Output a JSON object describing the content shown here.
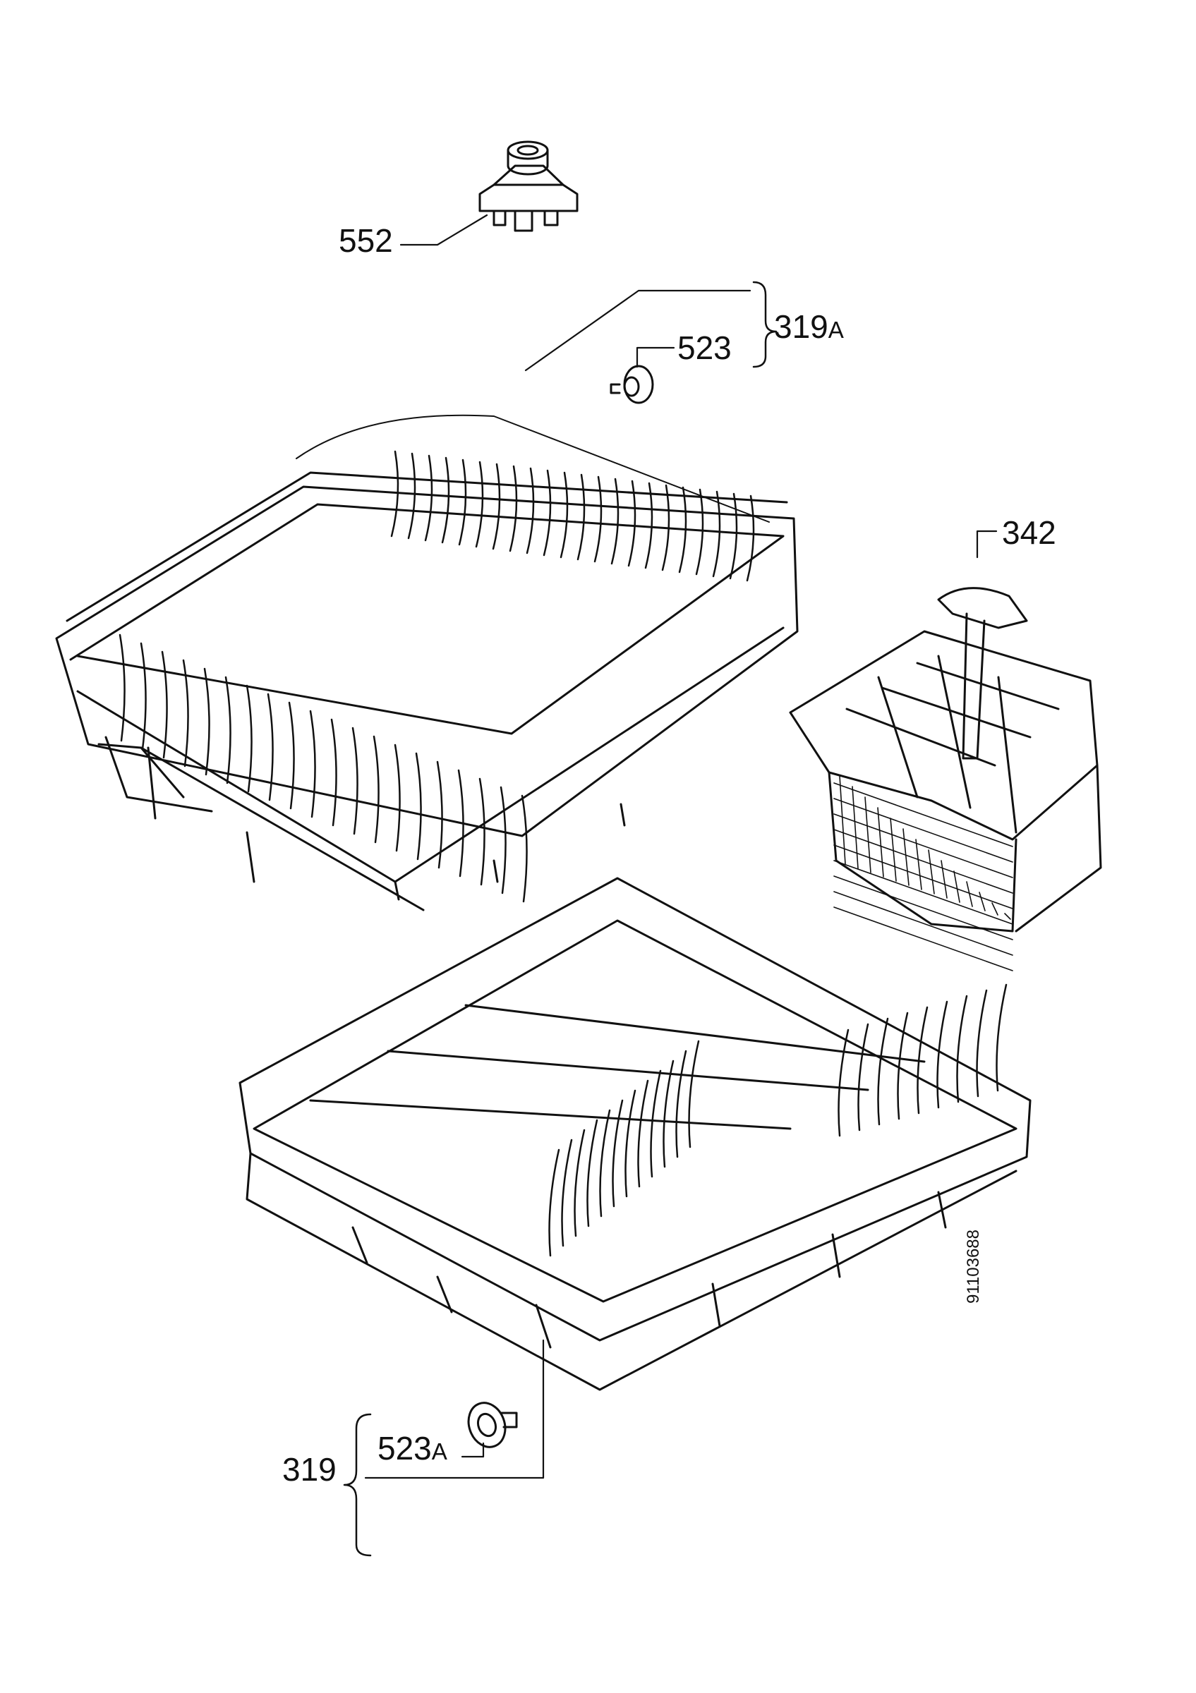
{
  "labels": {
    "p552": "552",
    "p523": "523",
    "p319A_main": "319",
    "p319A_suffix": "A",
    "p342": "342",
    "p523A_main": "523",
    "p523A_suffix": "A",
    "p319": "319",
    "drawing_code": "91103688"
  },
  "colors": {
    "line": "#111111",
    "background": "#ffffff"
  }
}
